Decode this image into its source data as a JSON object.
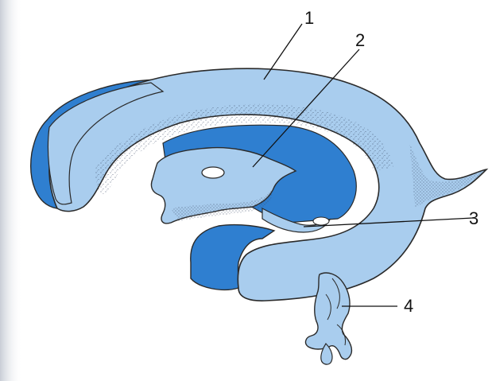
{
  "colors": {
    "light_blue": "#a9cdee",
    "dark_blue": "#2f7fd0",
    "outline": "#2a2a2a",
    "stipple": "#3b4a66",
    "page_edge": "#d9dde4"
  },
  "labels": [
    {
      "id": "1",
      "text": "1"
    },
    {
      "id": "2",
      "text": "2"
    },
    {
      "id": "3",
      "text": "3"
    },
    {
      "id": "4",
      "text": "4"
    }
  ]
}
